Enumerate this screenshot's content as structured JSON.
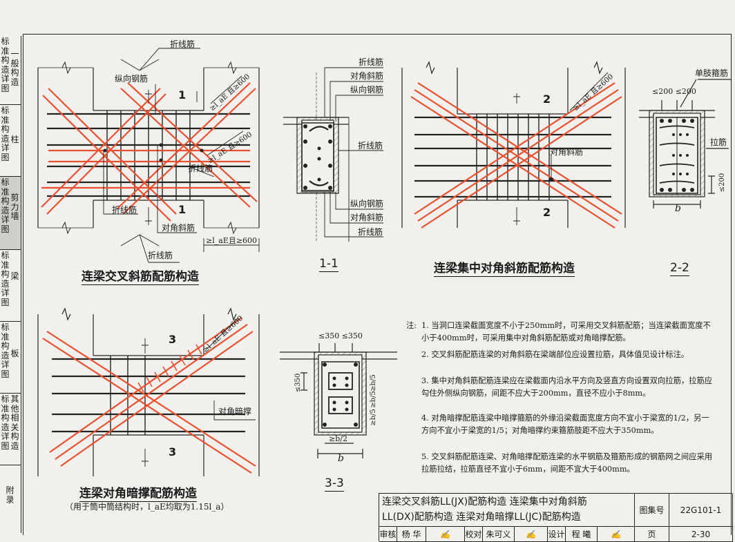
{
  "sidebar": {
    "sections": [
      {
        "c1": "标准构造详图",
        "c2": "一般构造"
      },
      {
        "c1": "标准构造详图",
        "c2": "柱"
      },
      {
        "c1": "标准构造详图",
        "c2": "剪力墙",
        "active": true
      },
      {
        "c1": "标准构造详图",
        "c2": "梁"
      },
      {
        "c1": "标准构造详图",
        "c2": "板"
      },
      {
        "c1": "标准构造详图",
        "c2": "其他相关构造"
      },
      {
        "c1": "附录",
        "c2": ""
      }
    ]
  },
  "fig1": {
    "title": "连梁交叉斜筋配筋构造",
    "labels": [
      "折线筋",
      "纵向钢筋",
      "折线筋",
      "折线筋",
      "对角斜筋",
      "折线筋"
    ],
    "anchor_top": "≥l_aE 且≥600",
    "anchor_mid": "≥l_aE 且≥600",
    "anchor_bottom": "≥l_aE且≥600",
    "cut": "1"
  },
  "sec11": {
    "mark": "1-1",
    "labels_top": [
      "折线筋",
      "对角斜筋",
      "纵向钢筋"
    ],
    "label_mid": "折线筋",
    "labels_bottom": [
      "纵向钢筋",
      "对角斜筋",
      "折线筋"
    ]
  },
  "fig2": {
    "title": "连梁集中对角斜筋配筋构造",
    "label": "对角斜筋",
    "anchor": "≥l_aE 且≥600",
    "cut": "2"
  },
  "sec22": {
    "mark": "2-2",
    "label_top": "单肢箍筋",
    "dims": "≤200 ≤200",
    "label_right": "拉筋",
    "dim_side": "≤200",
    "width": "b"
  },
  "fig3": {
    "title": "连梁对角暗撑配筋构造",
    "subtitle": "（用于筒中筒结构时，l_aE均取为1.15l_a）",
    "label": "对角暗撑",
    "anchor": "≥l_aE 且≥600",
    "cut": "3"
  },
  "sec33": {
    "mark": "3-3",
    "dims_top": "≤350 ≤350",
    "dim_left": "≤350",
    "dims_right": [
      "≥b/5",
      "≥b/5",
      "≥b/5"
    ],
    "dim_bottom": "≥b/2",
    "width": "b"
  },
  "notes": {
    "head": "注:",
    "items": [
      "1. 当洞口连梁截面宽度不小于250mm时，可采用交叉斜筋配筋；当连梁截面宽度不小于400mm时，可采用集中对角斜筋配筋或对角暗撑配筋。",
      "2. 交叉斜筋配筋连梁的对角斜筋在梁端部位应设置拉筋，具体值见设计标注。",
      "3. 集中对角斜筋配筋连梁应在梁截面内沿水平方向及竖直方向设置双向拉筋，拉筋应勾住外侧纵向钢筋，间距不应大于200mm，直径不应小于8mm。",
      "4. 对角暗撑配筋连梁中暗撑箍筋的外缘沿梁截面宽度方向不宜小于梁宽的1/2，另一方向不宜小于梁宽的1/5；对角暗撑约束箍筋肢距不应大于350mm。",
      "5. 交叉斜筋配筋连梁、对角暗撑配筋连梁的水平钢筋及箍筋形成的钢筋网之间应采用拉筋拉结，拉筋直径不宜小于6mm，间距不宜大于400mm。"
    ]
  },
  "titleblock": {
    "line1": "连梁交叉斜筋LL(JX)配筋构造   连梁集中对角斜筋",
    "line2": "LL(DX)配筋构造   连梁对角暗撑LL(JC)配筋构造",
    "atlas_label": "图集号",
    "atlas_value": "22G101-1",
    "page_label": "页",
    "page_value": "2-30",
    "review_label": "审核",
    "review_name": "杨 华",
    "check_label": "校对",
    "check_name": "朱可义",
    "design_label": "设计",
    "design_name": "程 曦"
  },
  "colors": {
    "diag": "#e8502f",
    "ink": "#1a1a1a",
    "paper": "#f1f0ec"
  }
}
